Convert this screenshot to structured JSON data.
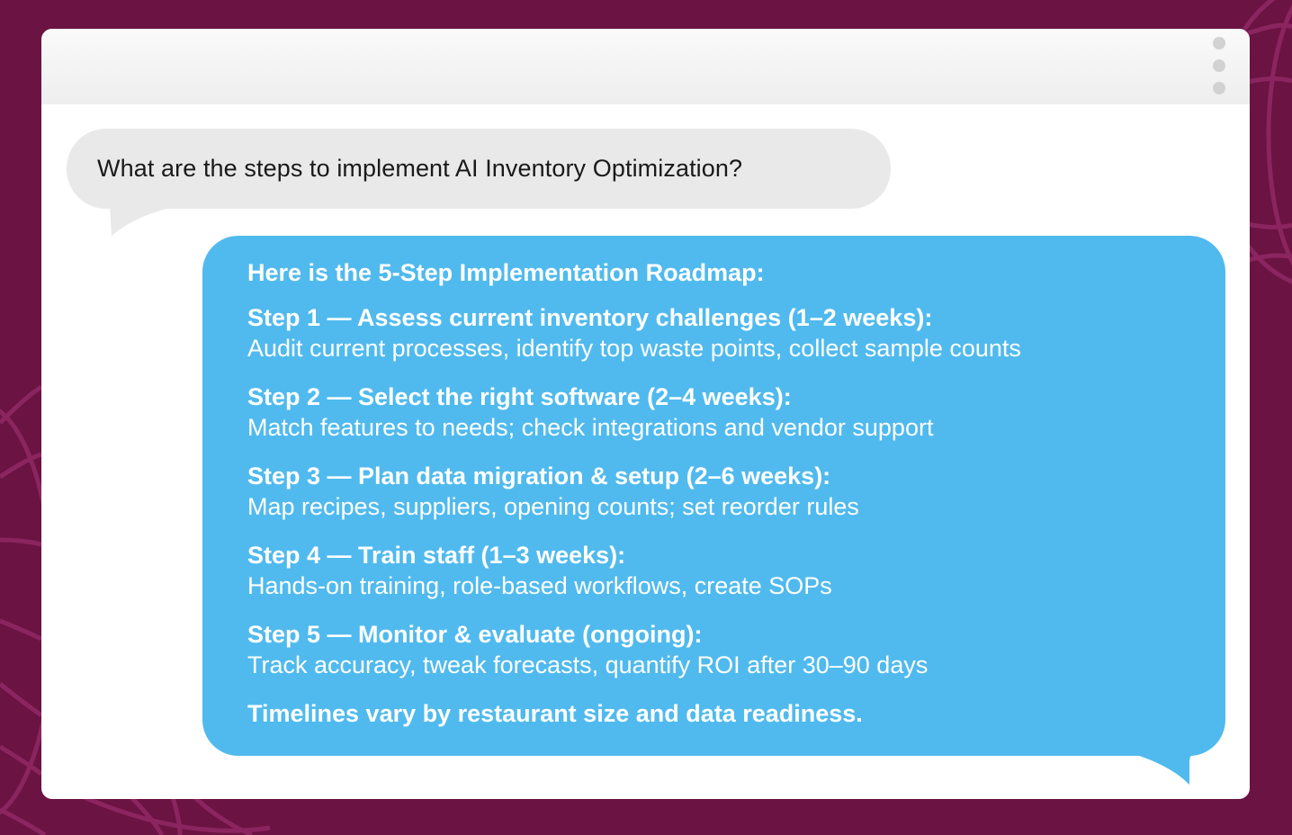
{
  "colors": {
    "background": "#6b1343",
    "pattern": "#8b2560",
    "user_bubble": "#e9e9e9",
    "ai_bubble": "#50baee",
    "titlebar_dots": "#d2d2d2"
  },
  "window": {
    "menu_icon": "kebab-vertical-icon"
  },
  "chat": {
    "user_message": "What are the steps to implement AI Inventory Optimization?",
    "assistant": {
      "intro": "Here is the 5-Step Implementation Roadmap:",
      "steps": [
        {
          "title": "Step 1 — Assess current inventory challenges (1–2 weeks):",
          "desc": "Audit current processes, identify top waste points, collect sample counts"
        },
        {
          "title": "Step 2 — Select the right software (2–4 weeks):",
          "desc": "Match features to needs; check integrations and vendor support"
        },
        {
          "title": "Step 3 — Plan data migration & setup (2–6 weeks):",
          "desc": "Map recipes, suppliers, opening counts; set reorder rules"
        },
        {
          "title": "Step 4 — Train staff (1–3 weeks):",
          "desc": "Hands-on training, role-based workflows, create SOPs"
        },
        {
          "title": "Step 5 — Monitor & evaluate (ongoing):",
          "desc": "Track accuracy, tweak forecasts, quantify ROI after 30–90 days"
        }
      ],
      "footer": "Timelines vary by restaurant size and data readiness."
    }
  }
}
